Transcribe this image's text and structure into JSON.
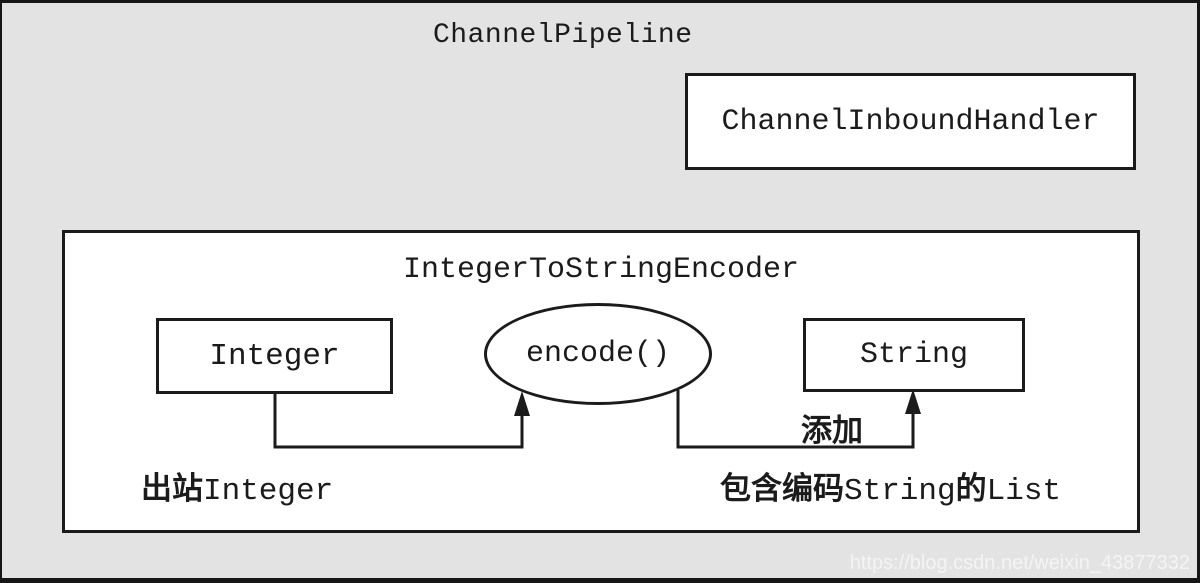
{
  "page": {
    "background_color": "#e3e3e3",
    "border_color": "#161616",
    "box_fill_color": "#ffffff",
    "line_color": "#1b1b1b"
  },
  "diagram": {
    "pipeline_title": "ChannelPipeline",
    "inbound_handler_label": "ChannelInboundHandler",
    "encoder": {
      "title": "IntegerToStringEncoder",
      "input_box_label": "Integer",
      "method_label": "encode()",
      "output_box_label": "String",
      "add_label": "添加",
      "input_caption_parts": {
        "cjk": "出站",
        "code": "Integer"
      },
      "output_caption_parts": {
        "cjk1": "包含编码",
        "code1": "String",
        "cjk2": "的",
        "code2": "List"
      }
    }
  },
  "watermark": {
    "text": "https://blog.csdn.net/weixin_43877332",
    "color": "#f4f4f4"
  }
}
